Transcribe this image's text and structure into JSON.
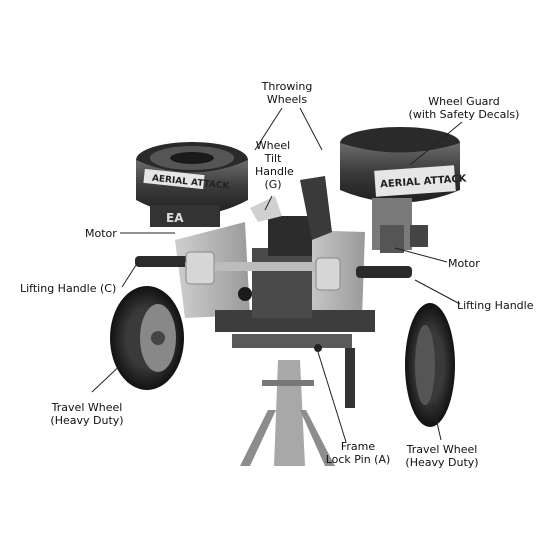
{
  "diagram": {
    "labels": {
      "throwing_wheels": [
        "Throwing",
        "Wheels"
      ],
      "wheel_guard": [
        "Wheel Guard",
        "(with Safety Decals)"
      ],
      "wheel_tilt_handle": [
        "Wheel",
        "Tilt",
        "Handle",
        "(G)"
      ],
      "motor_left": "Motor",
      "motor_right": "Motor",
      "lifting_handle_c": "Lifting Handle (C)",
      "lifting_handle": "Lifting Handle",
      "travel_wheel_left": [
        "Travel Wheel",
        "(Heavy Duty)"
      ],
      "travel_wheel_right": [
        "Travel Wheel",
        "(Heavy Duty)"
      ],
      "frame_lock_pin": [
        "Frame",
        "Lock Pin (A)"
      ]
    },
    "decals": {
      "brand_left": "AERIAL ATTACK",
      "brand_right": "AERIAL ATTACK",
      "motor_logo": "EA"
    }
  }
}
